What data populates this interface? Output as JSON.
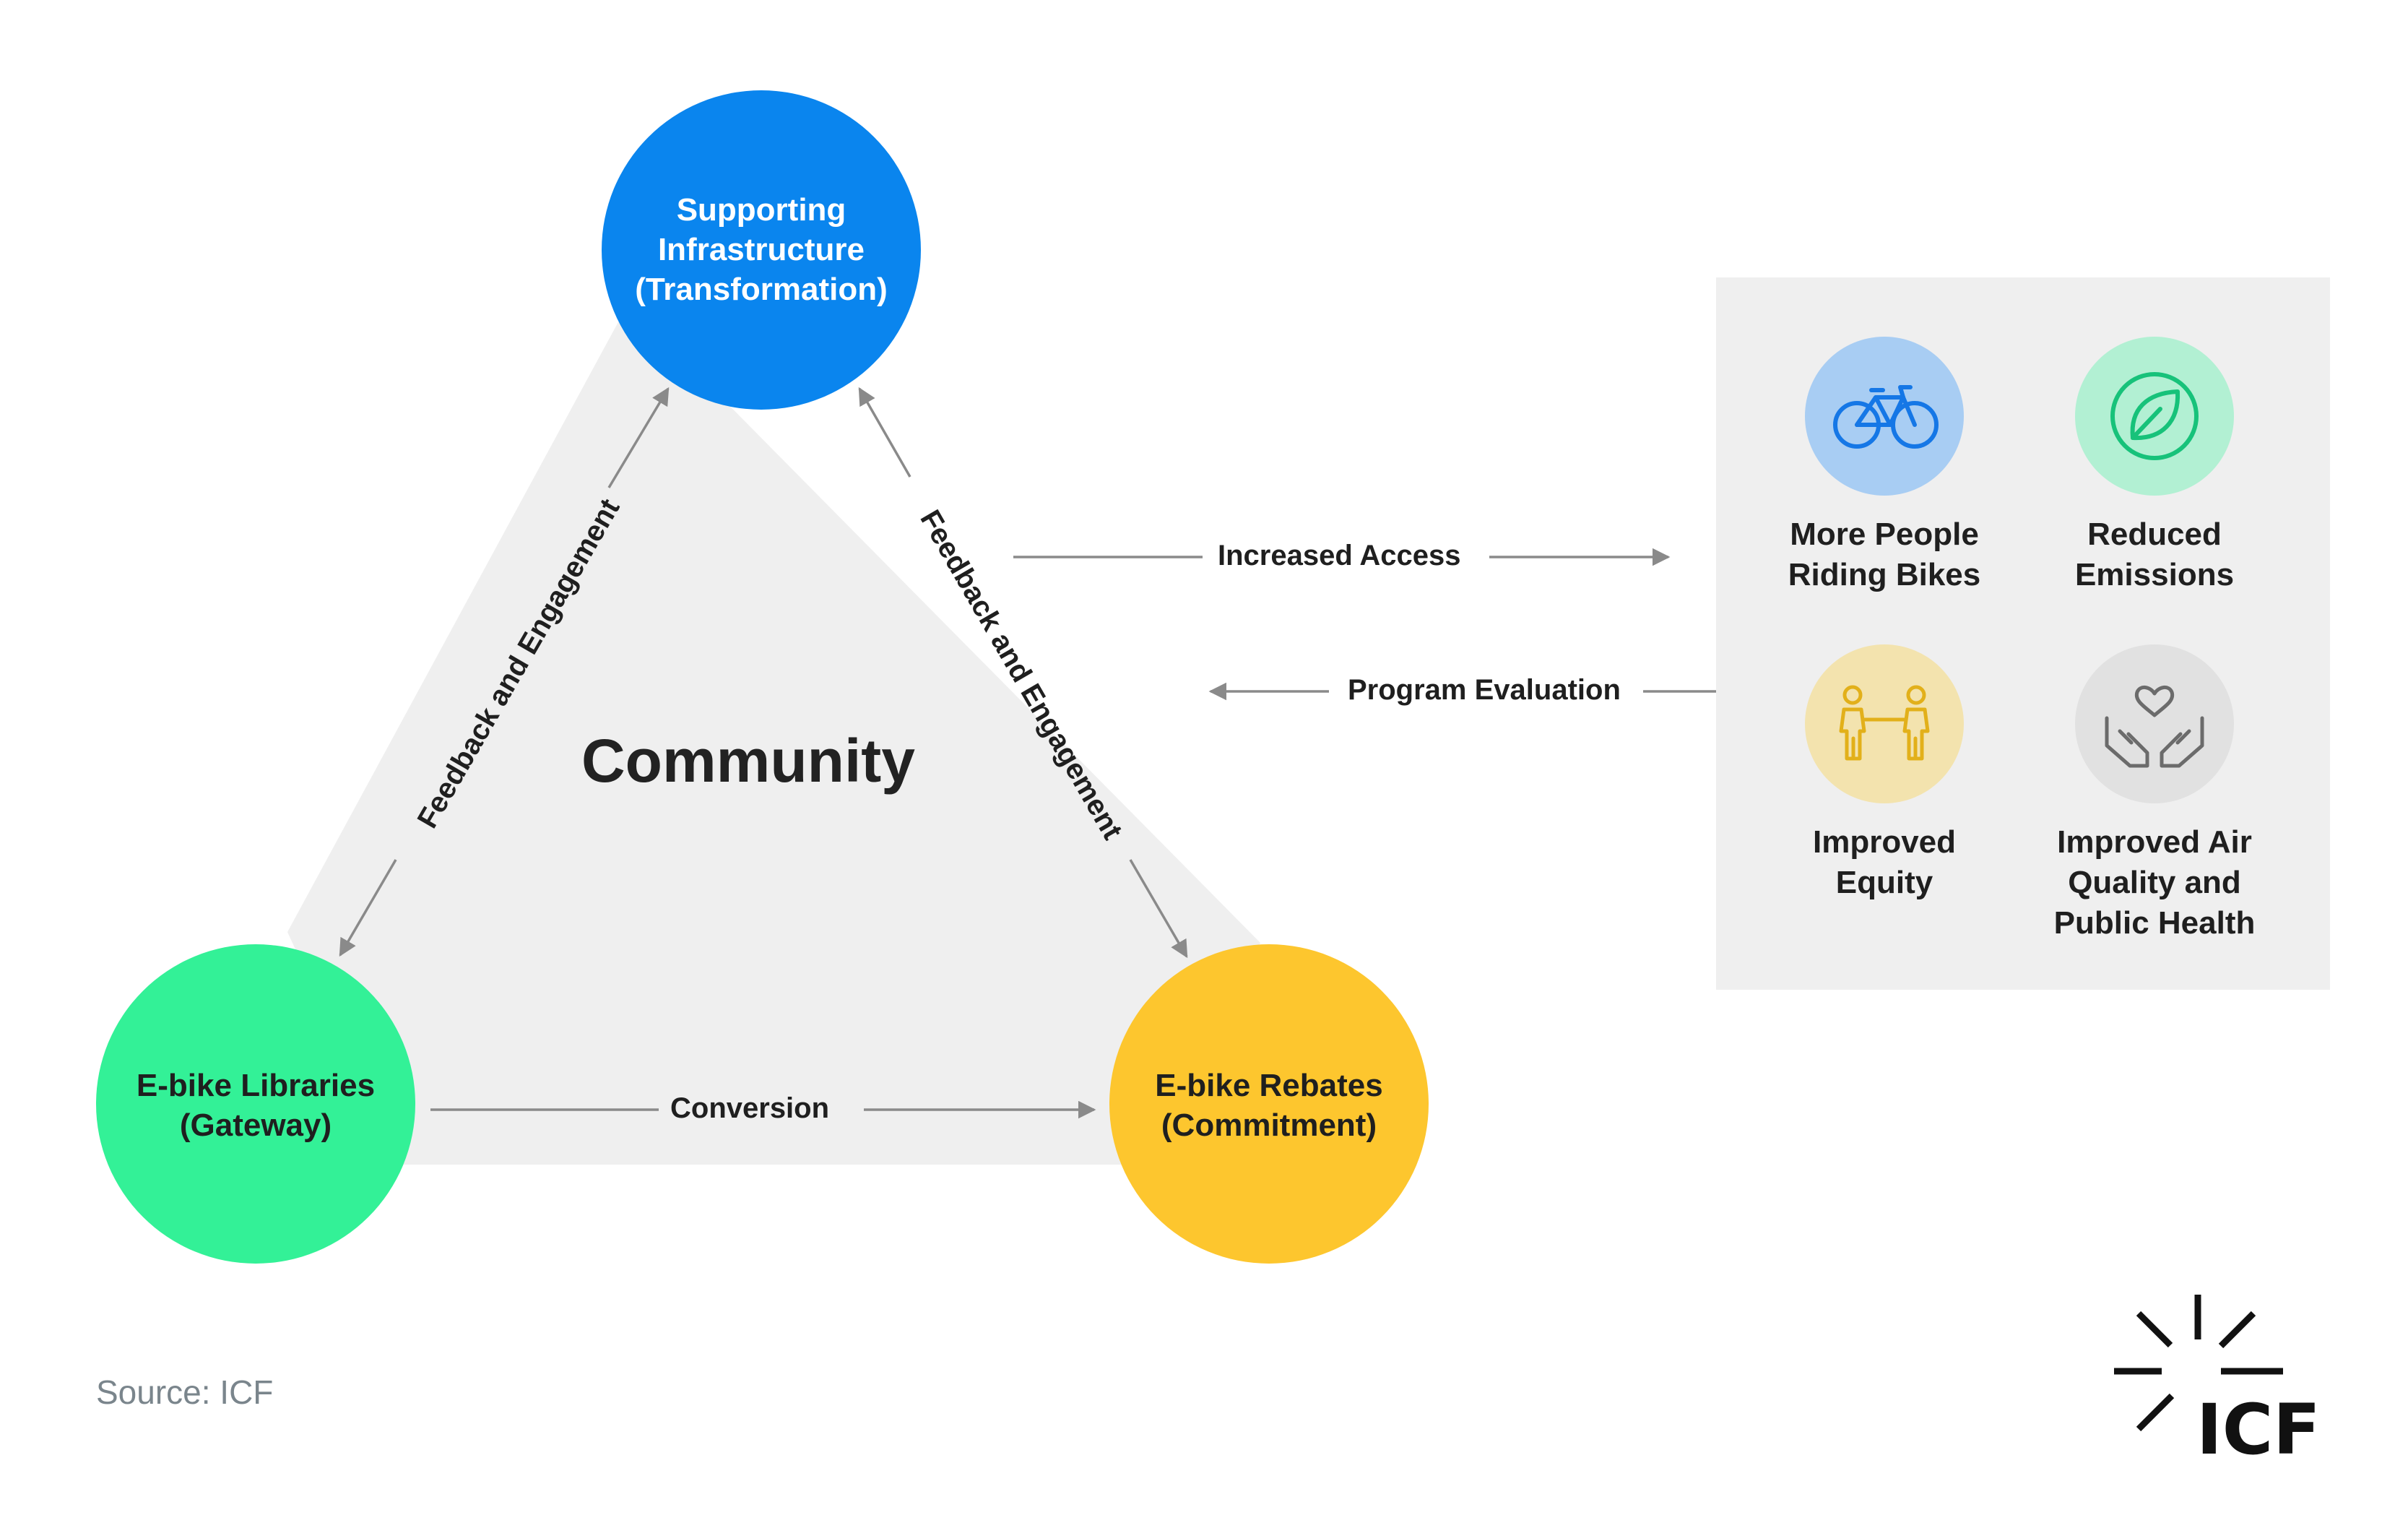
{
  "diagram": {
    "nodes": {
      "top": {
        "label": "Supporting\nInfrastructure\n(Transformation)",
        "color": "#0a85ee"
      },
      "left": {
        "label": "E-bike Libraries\n(Gateway)",
        "color": "#33f197"
      },
      "right": {
        "label": "E-bike Rebates\n(Commitment)",
        "color": "#fdc62e"
      }
    },
    "center_label": "Community",
    "edges": {
      "left_side": "Feedback and Engagement",
      "right_side": "Feedback and Engagement",
      "bottom": "Conversion",
      "increased_access": "Increased Access",
      "program_evaluation": "Program Evaluation"
    },
    "triangle_color": "#efefef",
    "arrow_color": "#8a8a8a"
  },
  "outcomes": [
    {
      "label": "More People\nRiding Bikes",
      "icon": "bicycle-icon",
      "bg": "#a8cdf3",
      "stroke": "#1577e6"
    },
    {
      "label": "Reduced\nEmissions",
      "icon": "leaf-icon",
      "bg": "#b2f0d3",
      "stroke": "#17c27a"
    },
    {
      "label": "Improved\nEquity",
      "icon": "people-holding-hands-icon",
      "bg": "#f3e3ae",
      "stroke": "#e2b01a"
    },
    {
      "label": "Improved Air\nQuality and\nPublic Health",
      "icon": "hands-heart-icon",
      "bg": "#e1e1e1",
      "stroke": "#6b6b6b"
    }
  ],
  "source": "Source: ICF",
  "logo": {
    "text": "ICF",
    "color": "#111111"
  }
}
